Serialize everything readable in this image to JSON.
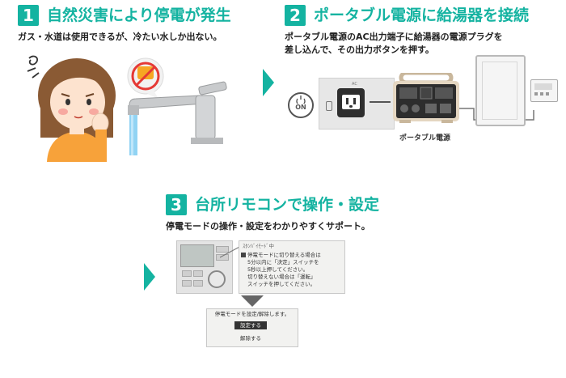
{
  "steps": [
    {
      "number": "1",
      "title": "自然災害により停電が発生",
      "description": "ガス・水道は使用できるが、冷たい水しか出ない。"
    },
    {
      "number": "2",
      "title": "ポータブル電源に給湯器を接続",
      "description_lines": [
        "ポータブル電源のAC出力端子に給湯器の電源プラグを",
        "差し込んで、その出力ボタンを押す。"
      ],
      "on_button_label": "ON",
      "ac_label": "AC",
      "device_caption": "ポータブル電源"
    },
    {
      "number": "3",
      "title": "台所リモコンで操作・設定",
      "description": "停電モードの操作・設定をわかりやすくサポート。",
      "screen_header": "ｽﾀﾝﾊﾞｲﾓｰﾄﾞ中",
      "screen_lines": [
        "停電モードに切り替える場合は",
        "5分以内に「決定」スイッチを",
        "5秒以上押してください。",
        "切り替えない場合は「運転」",
        "スイッチを押してください。"
      ],
      "confirm_title": "停電モードを設定/解除します。",
      "confirm_option_set": "設定する",
      "confirm_option_cancel": "解除する"
    }
  ],
  "colors": {
    "accent": "#14b3a1",
    "skin": "#fde3cf",
    "hair": "#8a5a34",
    "shirt": "#f7a23a",
    "prohibit": "#e53935"
  }
}
